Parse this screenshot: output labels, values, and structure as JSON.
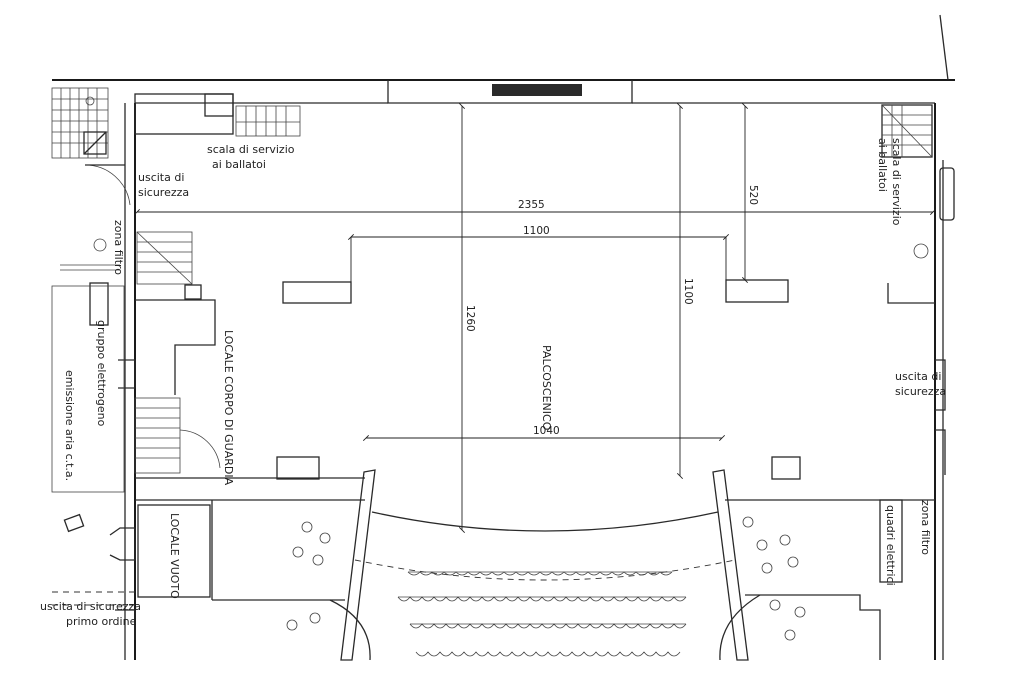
{
  "labels": {
    "scala_servizio_left_1": "scala di servizio",
    "scala_servizio_left_2": "ai ballatoi",
    "scala_servizio_right_1": "scala di servizio",
    "scala_servizio_right_2": "ai ballatoi",
    "uscita_sicurezza_left_1": "uscita di",
    "uscita_sicurezza_left_2": "sicurezza",
    "uscita_sicurezza_right_1": "uscita di",
    "uscita_sicurezza_right_2": "sicurezza",
    "zona_filtro_left": "zona filtro",
    "zona_filtro_right": "zona filtro",
    "gruppo_elettrogeno": "gruppo elettrogeno",
    "emissione_aria": "emissione aria c.t.a.",
    "locale_corpo_guardia": "LOCALE CORPO DI GUARDIA",
    "locale_vuoto": "LOCALE VUOTO",
    "palcoscenico": "PALCOSCENICO",
    "quadri_elettrici": "quadri elettrici",
    "uscita_primo_ordine_1": "uscita di sicurezza",
    "uscita_primo_ordine_2": "primo ordine"
  },
  "dimensions": {
    "total_width": "2355",
    "inner_width": "1100",
    "front_width": "1040",
    "stage_depth": "1260",
    "right_depth": "1100",
    "rear_depth": "520"
  }
}
